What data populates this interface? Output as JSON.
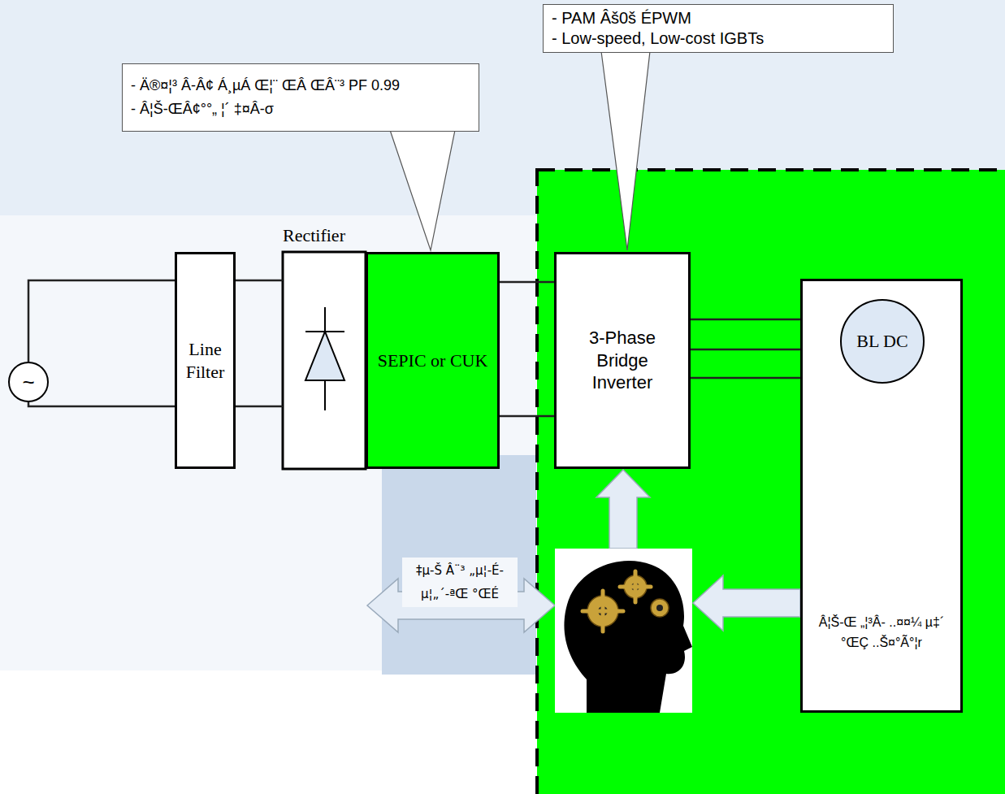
{
  "diagram": {
    "nodes": [
      {
        "text": [
          "- Ä®¤¦³ Â-Â¢ Á¸µÁ Œ¦¨ ŒÂ ŒÂ¨³ PF 0.99",
          "- Â¦Š-ŒÂ¢°°„ ¦´ ‡¤Â-σ"
        ]
      },
      {
        "text": [
          "- PAM Âš0š ÉPWM",
          "- Low-speed, Low-cost IGBTs"
        ]
      },
      {
        "text": [
          "~"
        ]
      },
      {
        "text": [
          "Line Filter"
        ]
      },
      {
        "text": [
          "Rectifier"
        ]
      },
      {
        "text": [
          "SEPIC or CUK"
        ]
      },
      {
        "text": [
          "3-Phase Bridge Inverter"
        ]
      },
      {
        "text": [
          "Â¦Š-Œ „¦³Â- ..¤¤¼ µ‡´ °ŒÇ ..Š¤°Ã°¦r"
        ]
      },
      {
        "text": [
          "BL DC"
        ],
        "in": 7
      }
    ],
    "edges": [
      {
        "from": 2,
        "to": 3,
        "arrow": "none"
      },
      {
        "from": 2,
        "to": 3,
        "arrow": "none"
      },
      {
        "from": 3,
        "to": 4,
        "arrow": "none"
      },
      {
        "from": 3,
        "to": 4,
        "arrow": "none"
      },
      {
        "from": 5,
        "to": 6,
        "arrow": "none"
      },
      {
        "from": 5,
        "to": 6,
        "arrow": "none"
      },
      {
        "from": 6,
        "to": 8,
        "arrow": "none"
      },
      {
        "from": 6,
        "to": 8,
        "arrow": "none"
      },
      {
        "from": 6,
        "to": 8,
        "arrow": "none"
      }
    ],
    "labels": [
      "‡µ-Š Â¨³ „µ¦-É-µ¦„´-ªŒ °ŒÉ"
    ]
  }
}
